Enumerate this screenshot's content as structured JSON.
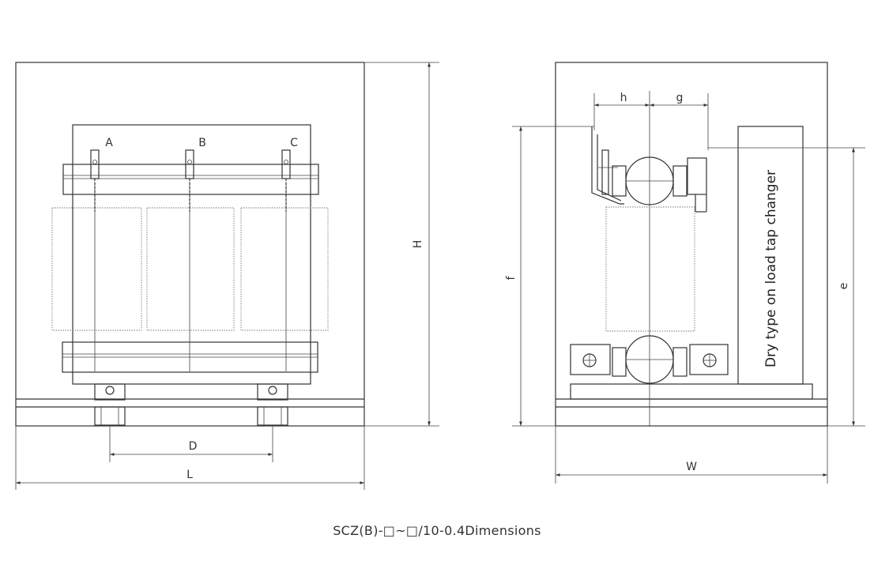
{
  "front_view": {
    "phase_labels": [
      "A",
      "B",
      "C"
    ],
    "dim_D": "D",
    "dim_L": "L",
    "dim_H": "H"
  },
  "side_view": {
    "dim_h": "h",
    "dim_g": "g",
    "dim_f": "f",
    "dim_e": "e",
    "dim_W": "W",
    "tap_changer_label": "Dry type on load tap changer"
  },
  "caption": "SCZ(B)-□~□/10-0.4Dimensions"
}
